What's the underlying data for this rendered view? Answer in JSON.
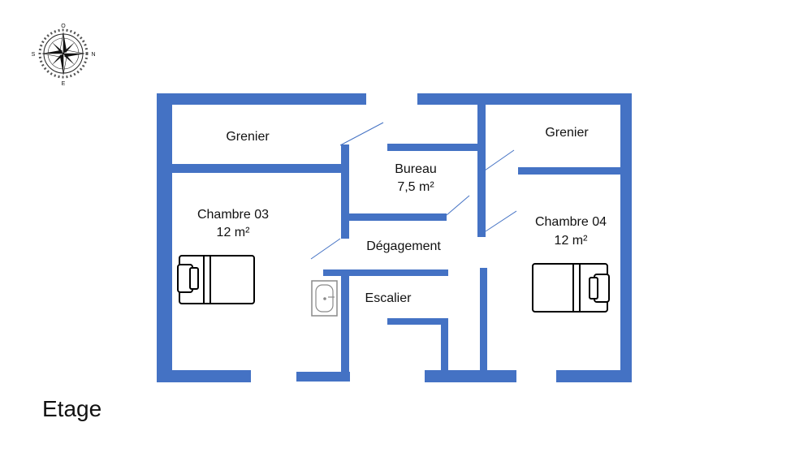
{
  "plan": {
    "floor_title": "Etage",
    "wall_color": "#4472C4",
    "rooms": {
      "grenier_left": {
        "name": "Grenier"
      },
      "grenier_right": {
        "name": "Grenier"
      },
      "bureau": {
        "name": "Bureau",
        "area": "7,5 m²"
      },
      "chambre_03": {
        "name": "Chambre 03",
        "area": "12 m²"
      },
      "chambre_04": {
        "name": "Chambre 04",
        "area": "12 m²"
      },
      "degagement": {
        "name": "Dégagement"
      },
      "escalier": {
        "name": "Escalier"
      }
    },
    "compass": {
      "top": "O",
      "left": "S",
      "right": "N",
      "bottom": "E"
    },
    "icons": [
      "compass-rose-icon",
      "double-bed-icon",
      "washbasin-icon"
    ]
  }
}
